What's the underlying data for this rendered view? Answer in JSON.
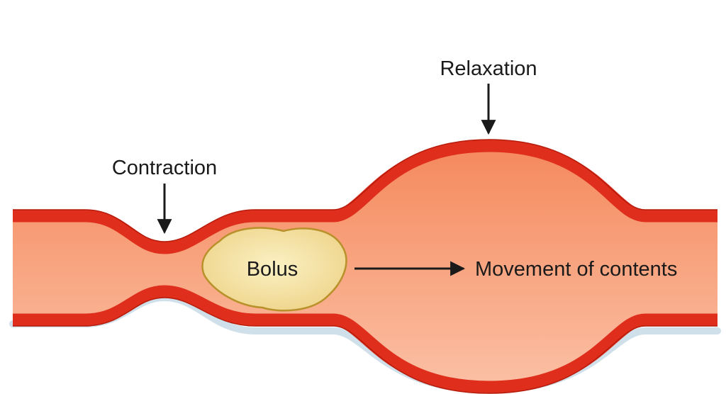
{
  "labels": {
    "relaxation": "Relaxation",
    "contraction": "Contraction",
    "bolus": "Bolus",
    "movement": "Movement of contents"
  },
  "colors": {
    "wall": "#e0301e",
    "wall_stroke": "#c4200f",
    "lumen_top": "#f58a5e",
    "lumen_bottom": "#fbb99c",
    "bolus_fill": "#f6e6a6",
    "bolus_stroke": "#b8912a",
    "shadow": "#c9dbe6",
    "arrow": "#1a1a1a"
  }
}
